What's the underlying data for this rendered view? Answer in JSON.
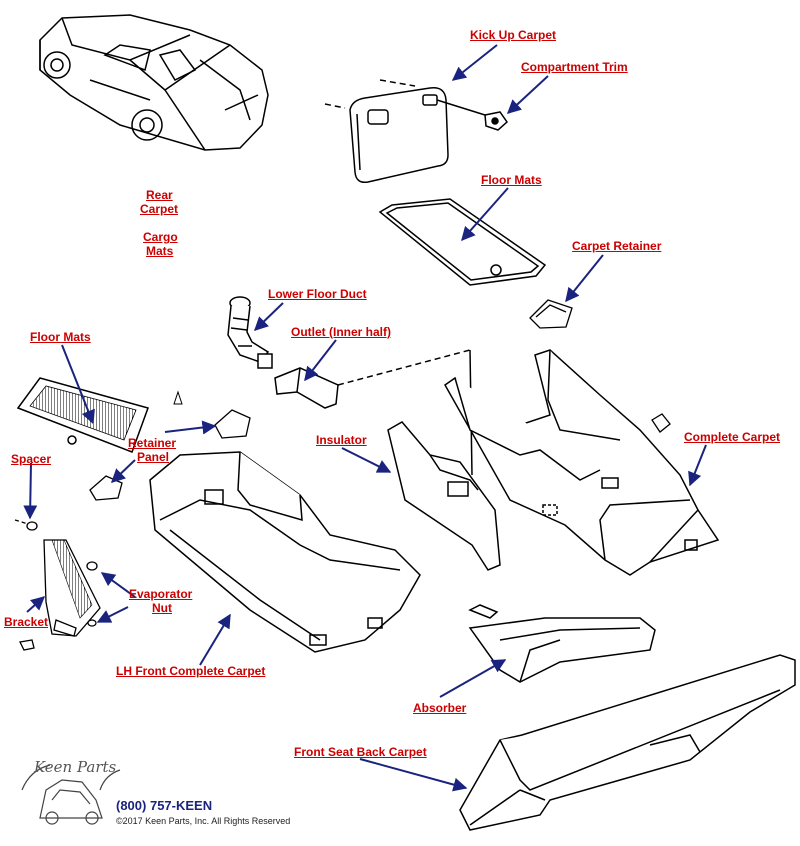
{
  "labels": {
    "kick_up_carpet": "Kick Up Carpet",
    "compartment_trim": "Compartment Trim",
    "floor_mats_top": "Floor Mats",
    "carpet_retainer": "Carpet Retainer",
    "rear": "Rear",
    "carpet": "Carpet",
    "cargo": "Cargo",
    "mats": "Mats",
    "lower_floor_duct": "Lower Floor Duct",
    "outlet_inner_half": "Outlet (Inner half)",
    "floor_mats_left": "Floor Mats",
    "retainer": "Retainer",
    "panel": "Panel",
    "insulator": "Insulator",
    "complete_carpet": "Complete Carpet",
    "spacer": "Spacer",
    "evaporator": "Evaporator",
    "nut": "Nut",
    "bracket": "Bracket",
    "lh_front_complete_carpet": "LH Front Complete Carpet",
    "absorber": "Absorber",
    "front_seat_back_carpet": "Front Seat Back Carpet"
  },
  "footer": {
    "logo_text": "Keen Parts",
    "phone": "(800) 757-KEEN",
    "copyright": "©2017 Keen Parts, Inc. All Rights Reserved"
  },
  "colors": {
    "label": "#cc0000",
    "arrow": "#1a237e",
    "line": "#000000"
  }
}
